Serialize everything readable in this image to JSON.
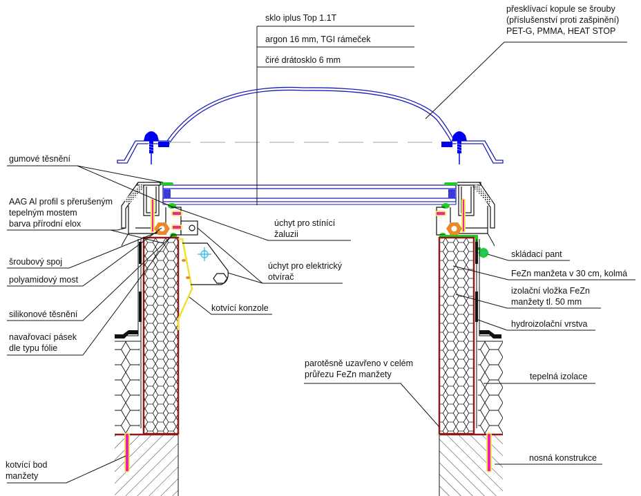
{
  "diagram": {
    "type": "construction-detail-section",
    "subject": "skylight with dome on FeZn curb",
    "colors": {
      "glass": "#1a1ab8",
      "dome": "#1a1ab8",
      "screw": "#0000ee",
      "gasket": "#22cc22",
      "anchor": "#ee22aa",
      "anchor_glow": "#f5e65a",
      "bracket": "#f0e030",
      "curb": "#8b1a1a",
      "nut": "#e88a2a",
      "cross": "#22bbdd",
      "line": "#111111",
      "dash": "#cccccc"
    }
  },
  "labels": {
    "glass_top": "sklo iplus Top 1.1T",
    "glass_mid": "argon 16 mm, TGI rámeček",
    "glass_bottom": "čiré drátosklo  6 mm",
    "dome_1": "přesklívací kopule se šrouby",
    "dome_2": "(příslušenství proti zašpinění)",
    "dome_3": "PET-G, PMMA, HEAT STOP",
    "rubber_seal": "gumové těsnění",
    "profile_1": "AAG Al profil s přerušeným",
    "profile_2": "tepelným mostem",
    "profile_3": "barva přírodní elox",
    "bolt_joint": "šroubový spoj",
    "polyamide_bridge": "polyamidový most",
    "silicone_seal": "silikonové těsnění",
    "weld_strip_1": "navařovací pásek",
    "weld_strip_2": "dle typu fólie",
    "anchor_point_1": "kotvící bod",
    "anchor_point_2": "manžety",
    "blind_holder_1": "úchyt pro stínící",
    "blind_holder_2": "žaluzii",
    "opener_holder_1": "úchyt pro elektrický",
    "opener_holder_2": "otvírač",
    "anchor_bracket": "kotvící konzole",
    "hinge": "skládací pant",
    "fezn_curb": "FeZn manžeta v 30 cm, kolmá",
    "insulation_insert_1": "izolační vložka FeZn",
    "insulation_insert_2": "manžety tl. 50 mm",
    "waterproofing": "hydroizolační vrstva",
    "vapor_seal_1": "parotěsně uzavřeno v celém",
    "vapor_seal_2": "průřezu FeZn manžety",
    "thermal_insulation": "tepelná izolace",
    "load_bearing": "nosná konstrukce"
  }
}
